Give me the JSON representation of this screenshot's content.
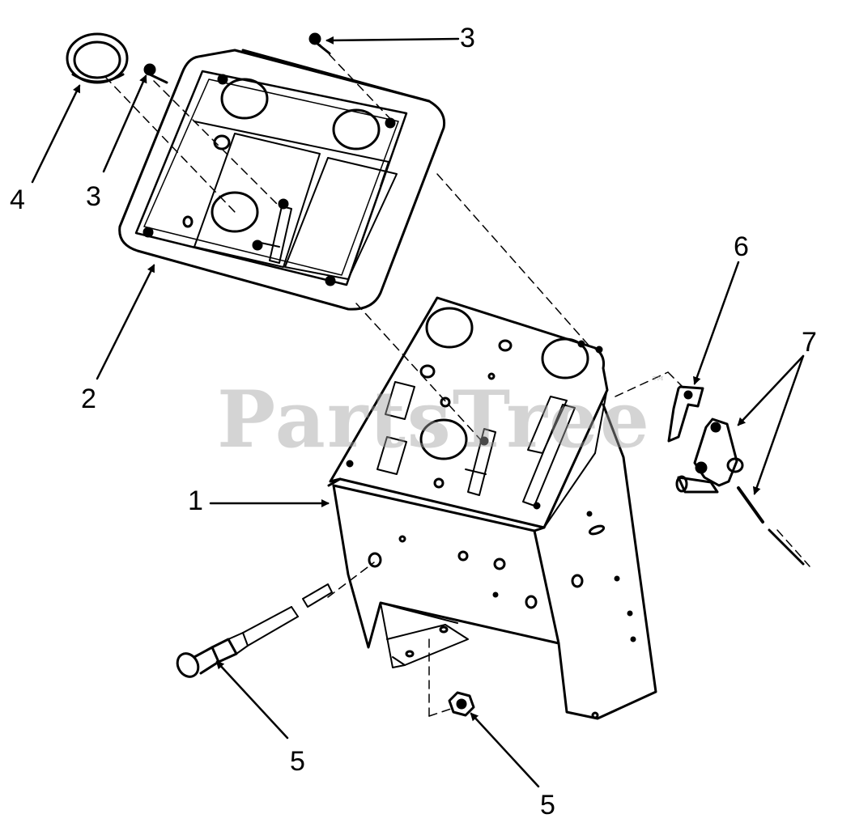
{
  "diagram": {
    "callouts": {
      "c1": "1",
      "c2": "2",
      "c3a": "3",
      "c3b": "3",
      "c4": "4",
      "c5a": "5",
      "c5b": "5",
      "c6": "6",
      "c7": "7"
    },
    "watermark": {
      "text": "PartsTree",
      "mark": "™"
    }
  },
  "colors": {
    "ink": "#000000",
    "watermark": "#a0a0a0",
    "background": "#ffffff"
  }
}
